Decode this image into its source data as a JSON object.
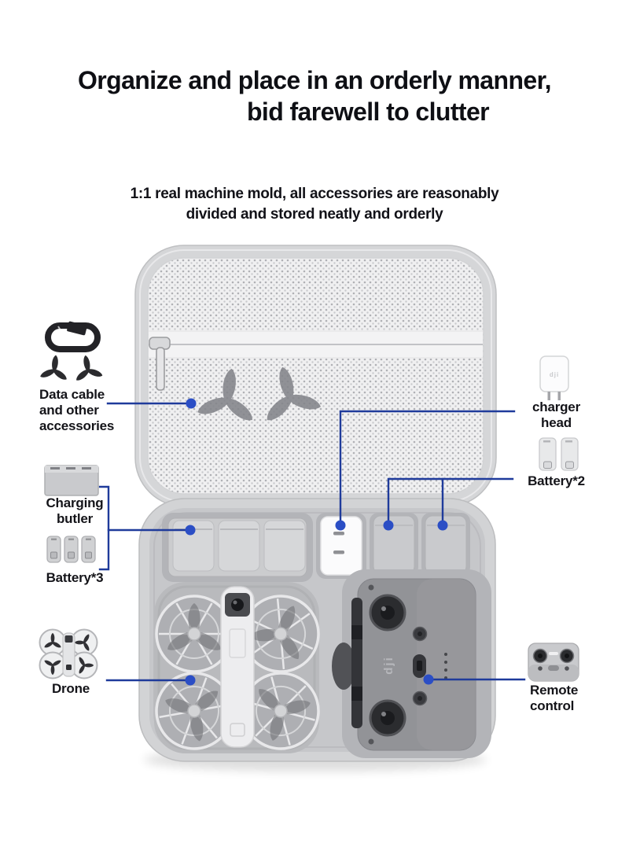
{
  "title": {
    "line1": "Organize and place in an orderly manner,",
    "line2": "bid farewell to clutter"
  },
  "subtitle": {
    "line1": "1:1 real machine mold, all accessories are reasonably",
    "line2": "divided and stored neatly and orderly"
  },
  "labels": {
    "data_cable": {
      "line1": "Data cable",
      "line2": "and other",
      "line3": "accessories"
    },
    "charging_butler": {
      "line1": "Charging",
      "line2": "butler"
    },
    "battery3": {
      "text": "Battery*3"
    },
    "drone": {
      "text": "Drone"
    },
    "charger_head": {
      "line1": "charger",
      "line2": "head"
    },
    "battery2": {
      "text": "Battery*2"
    },
    "remote_control": {
      "line1": "Remote",
      "line2": "control"
    }
  },
  "brand": {
    "dji": "dji"
  },
  "icons": {
    "left_column": [
      "usb-cable-icon",
      "propeller-icon",
      "charging-butler-icon",
      "battery-icon",
      "drone-icon"
    ],
    "right_column": [
      "charger-head-icon",
      "battery-icon",
      "remote-control-icon"
    ]
  },
  "colors": {
    "page_bg": "#ffffff",
    "title_text": "#0e0f14",
    "label_text": "#141419",
    "callout_line": "#1f3b9b",
    "callout_dot": "#2b4ec5"
  }
}
